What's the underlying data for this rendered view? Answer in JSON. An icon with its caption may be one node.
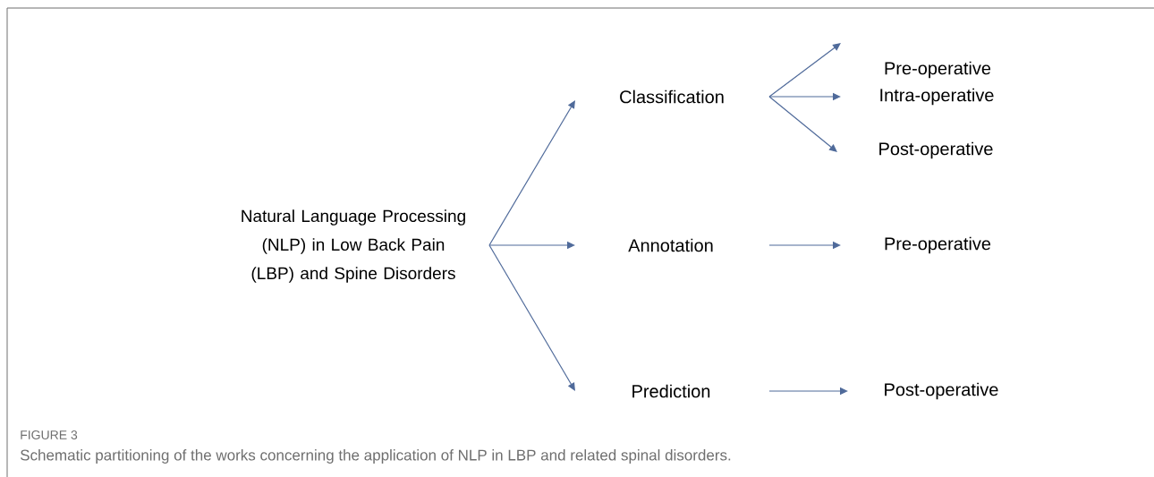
{
  "diagram": {
    "caption": "Schematic partitioning of the works concerning the application of NLP in LBP and related spinal disorders.",
    "nodes": [
      {
        "text": [
          "Natural Language Processing (NLP) in Low Back Pain (LBP) and Spine Disorders"
        ]
      },
      {
        "text": [
          "Classification"
        ]
      },
      {
        "text": [
          "Annotation"
        ]
      },
      {
        "text": [
          "Prediction"
        ]
      },
      {
        "text": [
          "Pre-operative"
        ]
      },
      {
        "text": [
          "Intra-operative"
        ]
      },
      {
        "text": [
          "Post-operative"
        ]
      },
      {
        "text": [
          "Pre-operative"
        ]
      },
      {
        "text": [
          "Post-operative"
        ]
      }
    ],
    "edges": [
      {
        "from": 0,
        "to": 1,
        "arrow": "to"
      },
      {
        "from": 0,
        "to": 2,
        "arrow": "to"
      },
      {
        "from": 0,
        "to": 3,
        "arrow": "to"
      },
      {
        "from": 1,
        "to": 4,
        "arrow": "to"
      },
      {
        "from": 1,
        "to": 5,
        "arrow": "to"
      },
      {
        "from": 1,
        "to": 6,
        "arrow": "to"
      },
      {
        "from": 2,
        "to": 7,
        "arrow": "to"
      },
      {
        "from": 3,
        "to": 8,
        "arrow": "to"
      }
    ],
    "labels": [
      "FIGURE 3"
    ]
  }
}
